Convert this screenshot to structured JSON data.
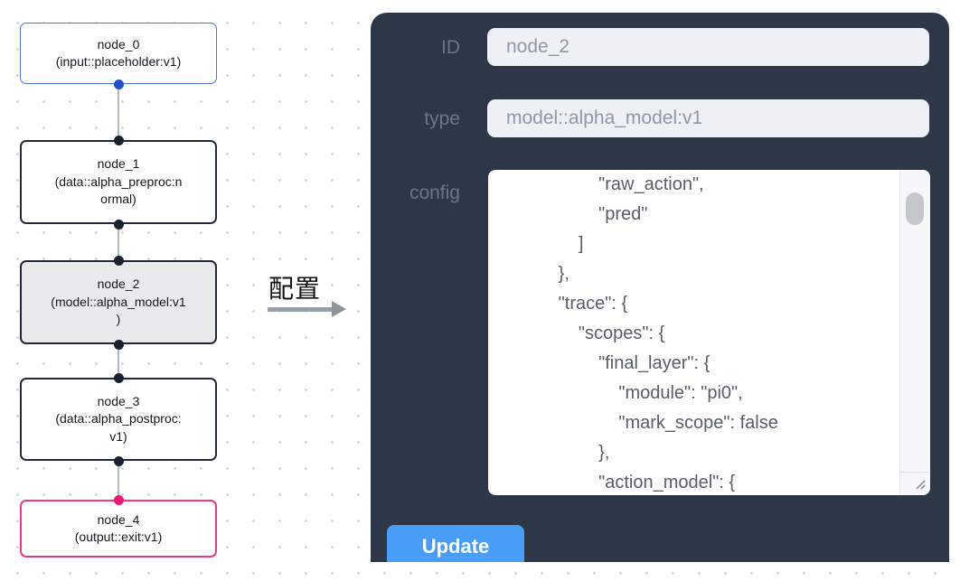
{
  "flow": {
    "nodes": [
      {
        "id": "node_0",
        "lines": [
          "node_0",
          "(input::placeholder:v1)"
        ],
        "accent": "#4d73d8"
      },
      {
        "id": "node_1",
        "lines": [
          "node_1",
          "(data::alpha_preproc:n",
          "ormal)"
        ],
        "accent": "#222a38"
      },
      {
        "id": "node_2",
        "lines": [
          "node_2",
          "(model::alpha_model:v1",
          ")"
        ],
        "accent": "#222a38",
        "selected_fill": "#e9eaec"
      },
      {
        "id": "node_3",
        "lines": [
          "node_3",
          "(data::alpha_postproc:",
          "v1)"
        ],
        "accent": "#222a38"
      },
      {
        "id": "node_4",
        "lines": [
          "node_4",
          "(output::exit:v1)"
        ],
        "accent": "#e83a87"
      }
    ],
    "handle_colors": {
      "input": "#2150c8",
      "default": "#1a2230",
      "output": "#ee1677"
    },
    "edge_color": "#b6bac2"
  },
  "transfer": {
    "label": "配置"
  },
  "panel": {
    "bg_color": "#2d3748",
    "fields": [
      {
        "label": "ID",
        "value": "node_2"
      },
      {
        "label": "type",
        "value": "model::alpha_model:v1"
      }
    ],
    "config_label": "config",
    "config_text": "                    \"raw_action\",\n                    \"pred\"\n                ]\n            },\n            \"trace\": {\n                \"scopes\": {\n                    \"final_layer\": {\n                        \"module\": \"pi0\",\n                        \"mark_scope\": false\n                    },\n                    \"action_model\": {",
    "update_label": "Update",
    "update_color": "#4a9df7"
  }
}
